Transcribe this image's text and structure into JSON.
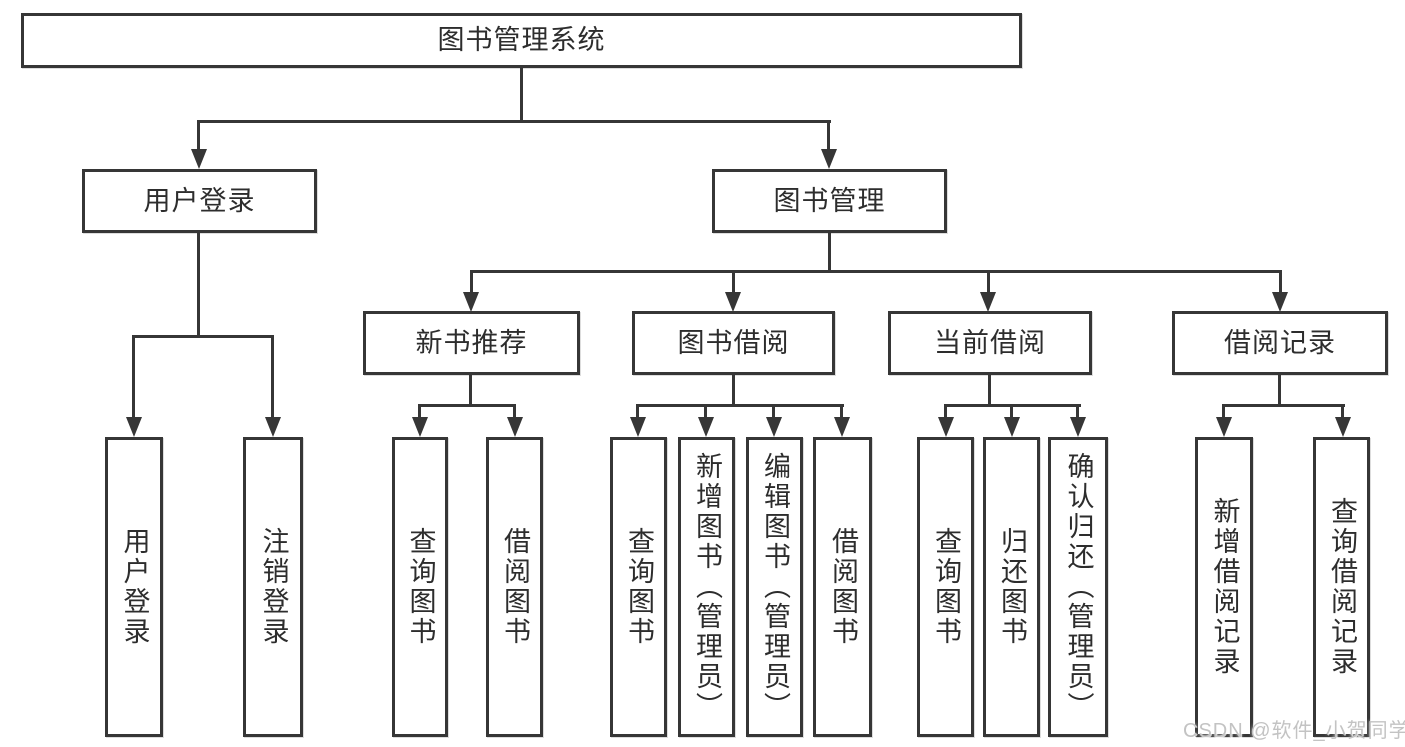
{
  "nodes": {
    "root": {
      "label": "图书管理系统"
    },
    "user_login": {
      "label": "用户登录"
    },
    "book_mgmt": {
      "label": "图书管理"
    },
    "new_books": {
      "label": "新书推荐"
    },
    "book_borrow": {
      "label": "图书借阅"
    },
    "current_borrow": {
      "label": "当前借阅"
    },
    "borrow_records": {
      "label": "借阅记录"
    },
    "leaf_user_login": {
      "label": "用户登录"
    },
    "leaf_logout": {
      "label": "注销登录"
    },
    "leaf_nb_query": {
      "label": "查询图书"
    },
    "leaf_nb_borrow": {
      "label": "借阅图书"
    },
    "leaf_bb_query": {
      "label": "查询图书"
    },
    "leaf_bb_add": {
      "label": "新增图书（管理员）"
    },
    "leaf_bb_edit": {
      "label": "编辑图书（管理员）"
    },
    "leaf_bb_borrow": {
      "label": "借阅图书"
    },
    "leaf_cb_query": {
      "label": "查询图书"
    },
    "leaf_cb_return": {
      "label": "归还图书"
    },
    "leaf_cb_confirm": {
      "label": "确认归还（管理员）"
    },
    "leaf_br_add": {
      "label": "新增借阅记录"
    },
    "leaf_br_query": {
      "label": "查询借阅记录"
    }
  },
  "hierarchy": {
    "图书管理系统": {
      "用户登录": [
        "用户登录",
        "注销登录"
      ],
      "图书管理": {
        "新书推荐": [
          "查询图书",
          "借阅图书"
        ],
        "图书借阅": [
          "查询图书",
          "新增图书（管理员）",
          "编辑图书（管理员）",
          "借阅图书"
        ],
        "当前借阅": [
          "查询图书",
          "归还图书",
          "确认归还（管理员）"
        ],
        "借阅记录": [
          "新增借阅记录",
          "查询借阅记录"
        ]
      }
    }
  },
  "watermark": "CSDN @软件_小贺同学",
  "colors": {
    "line": "#363636",
    "text": "#2d2d2d",
    "background": "#ffffff",
    "watermark": "#c3c3c3"
  }
}
